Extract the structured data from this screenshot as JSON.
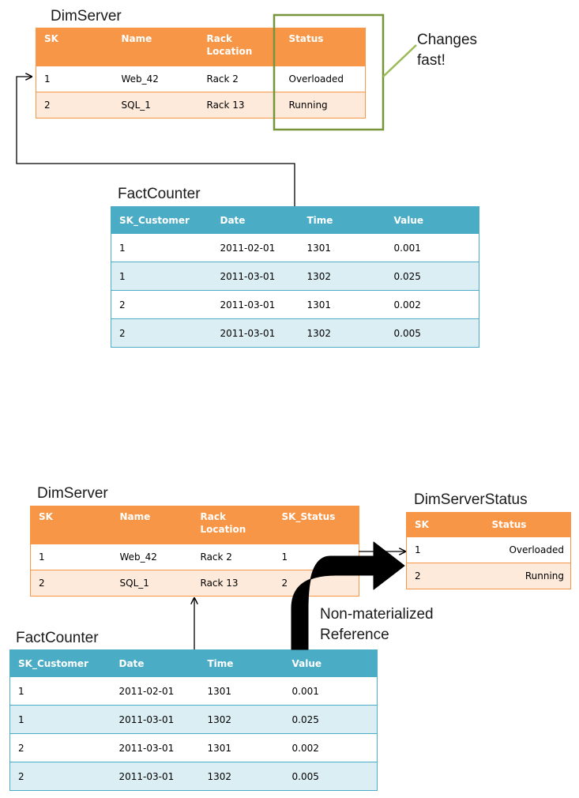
{
  "top": {
    "dim_title": "DimServer",
    "dim_headers": [
      "SK",
      "Name",
      "Rack Location",
      "Status"
    ],
    "dim_rows": [
      [
        "1",
        "Web_42",
        "Rack 2",
        "Overloaded"
      ],
      [
        "2",
        "SQL_1",
        "Rack 13",
        "Running"
      ]
    ],
    "callout": "Changes fast!",
    "fact_title": "FactCounter",
    "fact_headers": [
      "SK_Customer",
      "Date",
      "Time",
      "Value"
    ],
    "fact_rows": [
      [
        "1",
        "2011-02-01",
        "1301",
        "0.001"
      ],
      [
        "1",
        "2011-03-01",
        "1302",
        "0.025"
      ],
      [
        "2",
        "2011-03-01",
        "1301",
        "0.002"
      ],
      [
        "2",
        "2011-03-01",
        "1302",
        "0.005"
      ]
    ]
  },
  "bottom": {
    "dim_title": "DimServer",
    "dim_headers": [
      "SK",
      "Name",
      "Rack Location",
      "SK_Status"
    ],
    "dim_rows": [
      [
        "1",
        "Web_42",
        "Rack 2",
        "1"
      ],
      [
        "2",
        "SQL_1",
        "Rack 13",
        "2"
      ]
    ],
    "status_title": "DimServerStatus",
    "status_headers": [
      "SK",
      "Status"
    ],
    "status_rows": [
      [
        "1",
        "Overloaded"
      ],
      [
        "2",
        "Running"
      ]
    ],
    "arrow_label": "Non-materialized Reference",
    "fact_title": "FactCounter",
    "fact_headers": [
      "SK_Customer",
      "Date",
      "Time",
      "Value"
    ],
    "fact_rows": [
      [
        "1",
        "2011-02-01",
        "1301",
        "0.001"
      ],
      [
        "1",
        "2011-03-01",
        "1302",
        "0.025"
      ],
      [
        "2",
        "2011-03-01",
        "1301",
        "0.002"
      ],
      [
        "2",
        "2011-03-01",
        "1302",
        "0.005"
      ]
    ]
  },
  "colors": {
    "orange_header": "#f79646",
    "orange_band": "#fdeada",
    "blue_header": "#4bacc6",
    "blue_band": "#dbeef4",
    "highlight_box": "#77933c",
    "callout_line": "#9bbb59"
  }
}
